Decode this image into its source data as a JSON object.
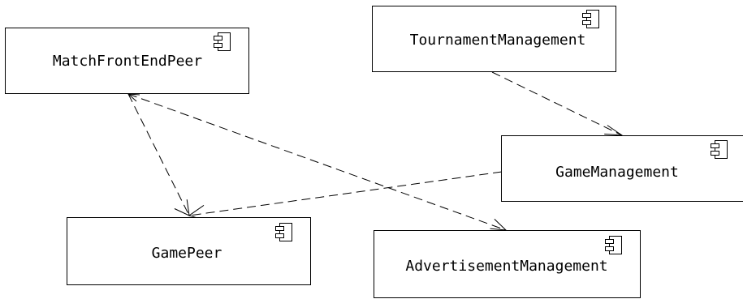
{
  "diagram": {
    "components": [
      {
        "id": "match",
        "label": "MatchFrontEndPeer"
      },
      {
        "id": "tournament",
        "label": "TournamentManagement"
      },
      {
        "id": "game_mgmt",
        "label": "GameManagement"
      },
      {
        "id": "game_peer",
        "label": "GamePeer"
      },
      {
        "id": "advert",
        "label": "AdvertisementManagement"
      }
    ],
    "dependencies": [
      {
        "from": "tournament",
        "to": "game_mgmt"
      },
      {
        "from": "match",
        "to": "game_peer"
      },
      {
        "from": "match",
        "to": "advert"
      },
      {
        "from": "game_mgmt",
        "to": "game_peer"
      }
    ]
  }
}
